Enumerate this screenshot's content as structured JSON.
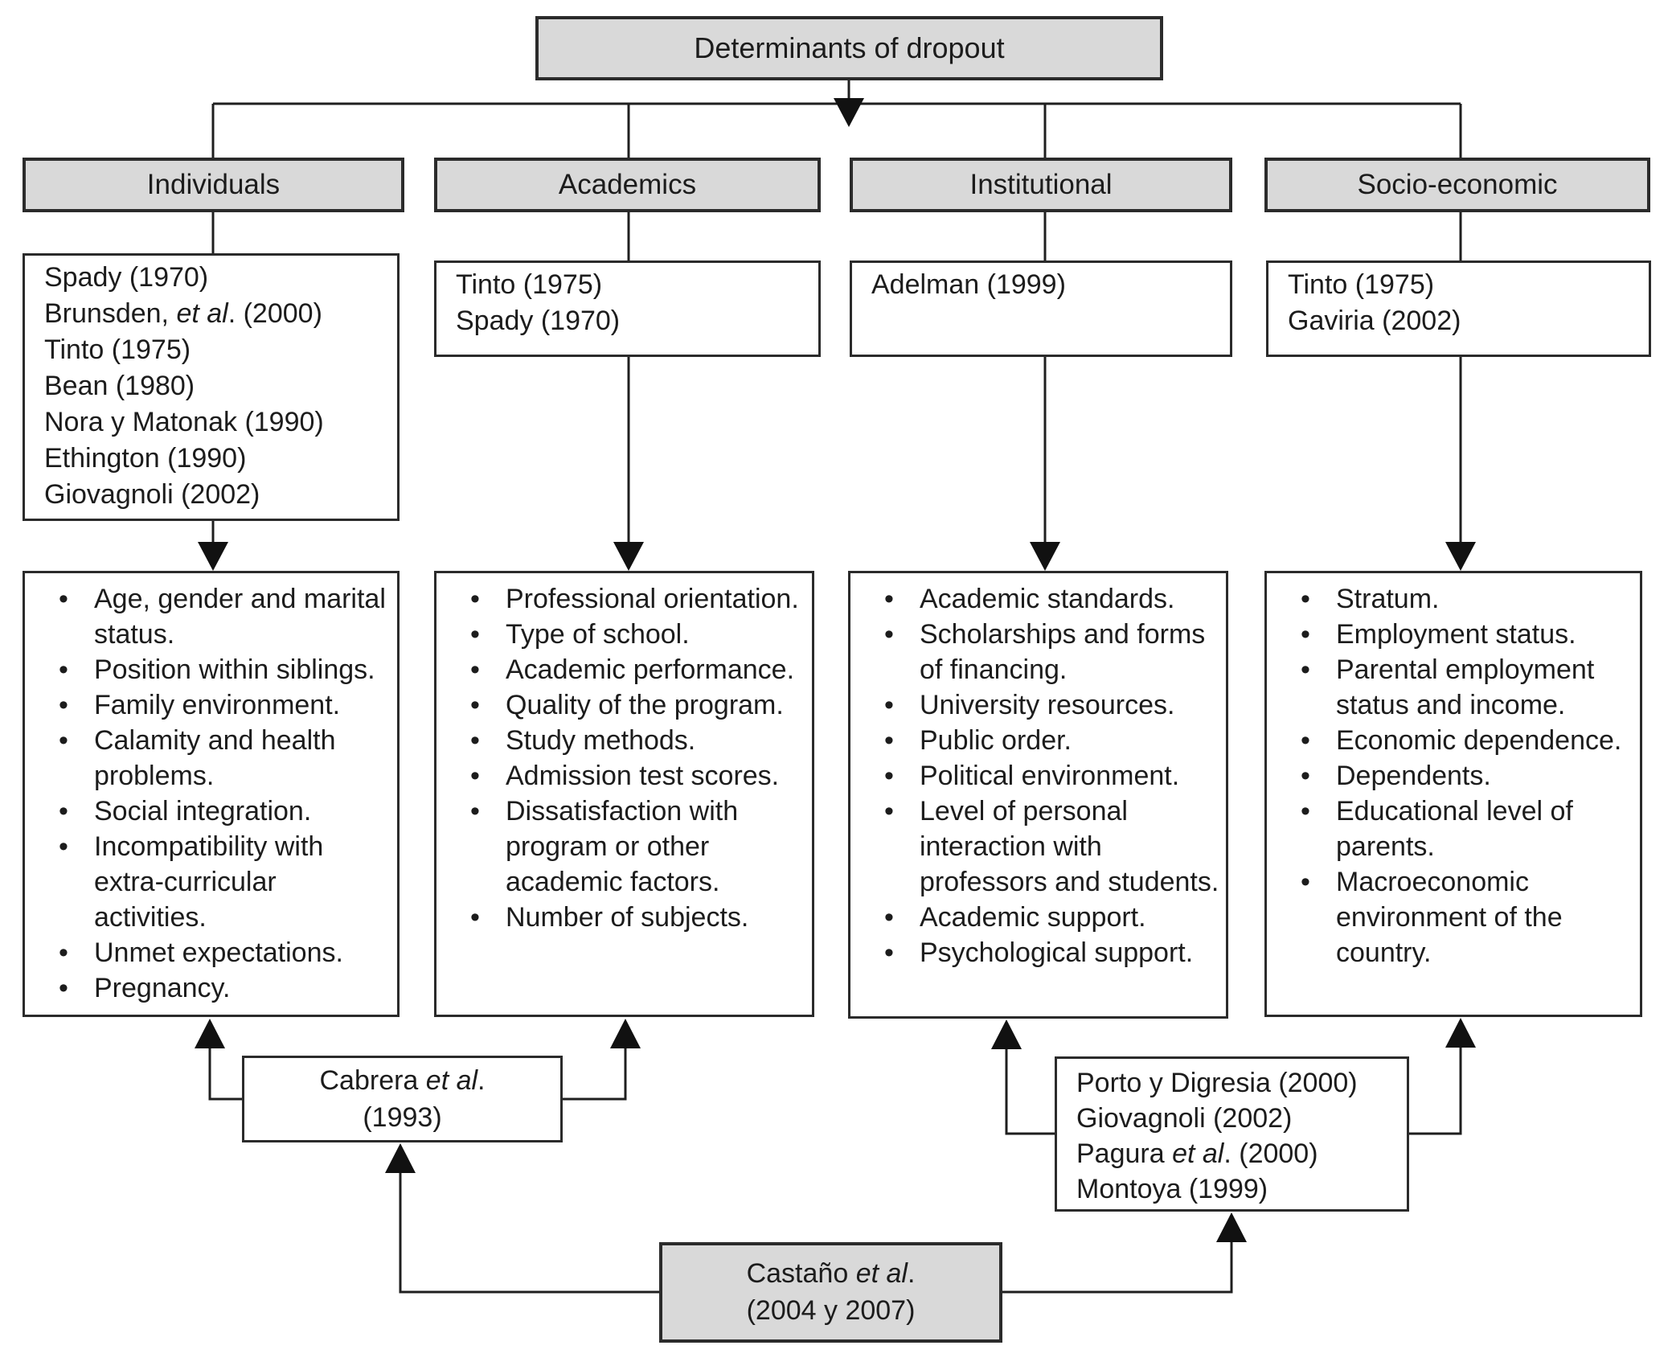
{
  "root": {
    "title": "Determinants of dropout"
  },
  "columns": [
    {
      "id": "individuals",
      "header": "Individuals",
      "citations": [
        {
          "pre": "Spady (1970)"
        },
        {
          "pre": "Brunsden, ",
          "it": "et al",
          "post": ". (2000)"
        },
        {
          "pre": "Tinto (1975)"
        },
        {
          "pre": "Bean (1980)"
        },
        {
          "pre": "Nora y Matonak (1990)"
        },
        {
          "pre": "Ethington (1990)"
        },
        {
          "pre": "Giovagnoli (2002)"
        }
      ],
      "factors": [
        "Age, gender and marital status.",
        "Position within siblings.",
        "Family environment.",
        "Calamity and health problems.",
        "Social integration.",
        "Incompatibility with extra-curricular activities.",
        "Unmet expectations.",
        "Pregnancy."
      ]
    },
    {
      "id": "academics",
      "header": "Academics",
      "citations": [
        {
          "pre": "Tinto (1975)"
        },
        {
          "pre": "Spady (1970)"
        }
      ],
      "factors": [
        "Professional orientation.",
        "Type of school.",
        "Academic performance.",
        "Quality of the program.",
        "Study methods.",
        "Admission test scores.",
        "Dissatisfaction with program or other academic factors.",
        "Number of subjects."
      ]
    },
    {
      "id": "institutional",
      "header": "Institutional",
      "citations": [
        {
          "pre": "Adelman (1999)"
        }
      ],
      "factors": [
        "Academic standards.",
        "Scholarships and forms of financing.",
        "University resources.",
        "Public order.",
        "Political environment.",
        "Level of personal interaction with professors and students.",
        "Academic support.",
        "Psychological support."
      ]
    },
    {
      "id": "socio-economic",
      "header": "Socio-economic",
      "citations": [
        {
          "pre": "Tinto (1975)"
        },
        {
          "pre": "Gaviria (2002)"
        }
      ],
      "factors": [
        "Stratum.",
        "Employment status.",
        "Parental employment status and income.",
        "Economic dependence.",
        "Dependents.",
        "Educational level of parents.",
        "Macroeconomic environment of the country."
      ]
    }
  ],
  "integrators": {
    "cabrera": {
      "lines": [
        {
          "pre": "Cabrera ",
          "it": "et al",
          "post": "."
        },
        {
          "pre": "(1993)"
        }
      ]
    },
    "porto": {
      "lines": [
        {
          "pre": "Porto y Digresia (2000)"
        },
        {
          "pre": "Giovagnoli (2002)"
        },
        {
          "pre": "Pagura ",
          "it": "et al",
          "post": ". (2000)"
        },
        {
          "pre": "Montoya (1999)"
        }
      ]
    },
    "castano": {
      "lines": [
        {
          "pre": "Castaño ",
          "it": "et al",
          "post": "."
        },
        {
          "pre": "(2004 y 2007)"
        }
      ]
    }
  },
  "colors": {
    "gray_fill": "#d9d9d9",
    "white_fill": "#ffffff",
    "line_color": "#1f1f1f",
    "text_color": "#1c1c1c"
  }
}
